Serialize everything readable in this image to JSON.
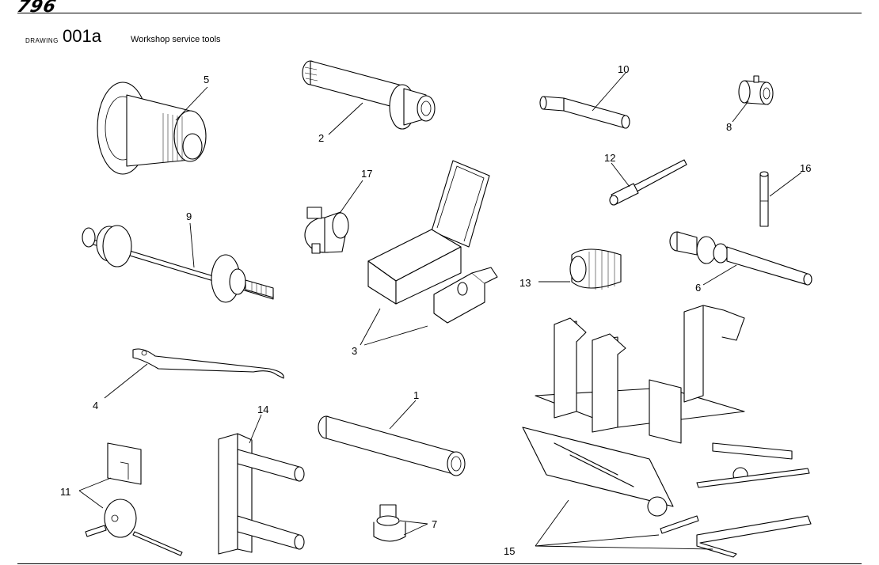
{
  "header": {
    "brand": "796",
    "drawing_label": "DRAWING",
    "drawing_number": "001a",
    "title": "Workshop service tools"
  },
  "callouts": {
    "c1": "1",
    "c2": "2",
    "c3": "3",
    "c4": "4",
    "c5": "5",
    "c6": "6",
    "c7": "7",
    "c8": "8",
    "c9": "9",
    "c10": "10",
    "c11": "11",
    "c12": "12",
    "c13": "13",
    "c14": "14",
    "c15": "15",
    "c16": "16",
    "c17": "17"
  }
}
